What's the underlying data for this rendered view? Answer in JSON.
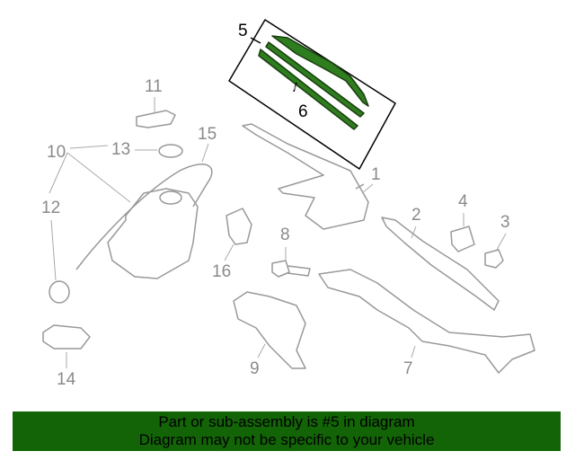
{
  "diagram": {
    "highlight_color": "#2e7d1e",
    "callouts": {
      "c1": "1",
      "c2": "2",
      "c3": "3",
      "c4": "4",
      "c5": "5",
      "c6": "6",
      "c7": "7",
      "c8": "8",
      "c9": "9",
      "c10": "10",
      "c11": "11",
      "c12": "12",
      "c13": "13",
      "c14": "14",
      "c15": "15",
      "c16": "16"
    }
  },
  "banner": {
    "line1": "Part or sub-assembly is #5 in diagram",
    "line2": "Diagram may not be specific to your vehicle",
    "background": "#136407"
  }
}
